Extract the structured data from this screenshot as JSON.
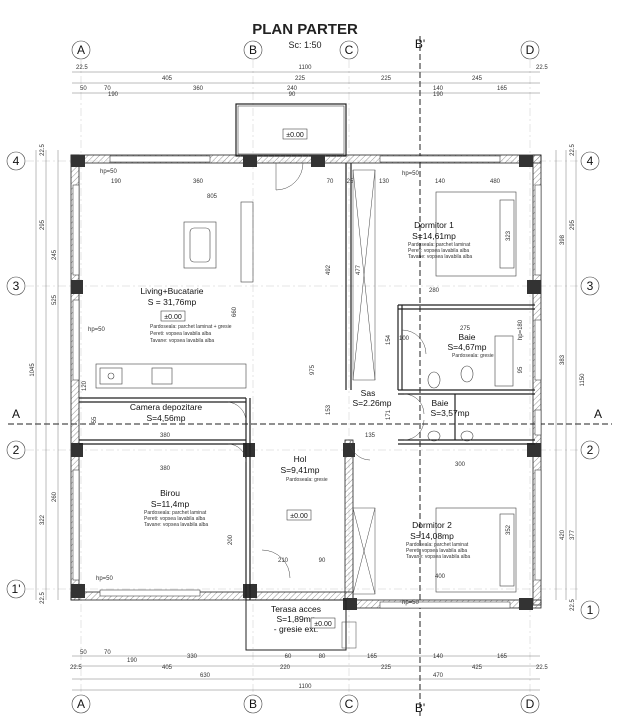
{
  "header": {
    "title": "PLAN PARTER",
    "scale": "Sc: 1:50"
  },
  "axes": {
    "top": [
      "A",
      "B",
      "C",
      "B'",
      "D"
    ],
    "bottom": [
      "A",
      "B",
      "C",
      "B'",
      "D"
    ],
    "left": [
      "4",
      "3",
      "2",
      "1'"
    ],
    "right": [
      "4",
      "3",
      "2",
      "1"
    ],
    "section": "A"
  },
  "dims_top": {
    "row1": [
      "22.5",
      "1100",
      "22.5"
    ],
    "row2": [
      "405",
      "225",
      "225",
      "245"
    ],
    "row3": [
      "50",
      "70",
      "190",
      "360",
      "240",
      "90",
      "140",
      "190",
      "165"
    ]
  },
  "dims_bottom": {
    "row1": [
      "50",
      "70",
      "190",
      "330",
      "60",
      "80",
      "165",
      "140",
      "165"
    ],
    "row2": [
      "22.5",
      "405",
      "220",
      "225",
      "425",
      "22.5"
    ],
    "row3": [
      "630",
      "470"
    ],
    "row4": [
      "1100"
    ]
  },
  "dims_left": [
    "22.5",
    "295",
    "245",
    "525",
    "1045",
    "322",
    "260",
    "22.5"
  ],
  "dims_right": [
    "22.5",
    "295",
    "398",
    "383",
    "1150",
    "377",
    "420",
    "22.5"
  ],
  "inner_dims": [
    "805",
    "360",
    "190",
    "70",
    "25",
    "130",
    "140",
    "480",
    "660",
    "975",
    "492",
    "477",
    "280",
    "275",
    "300",
    "380",
    "380",
    "210",
    "90",
    "400",
    "200",
    "100",
    "135",
    "153",
    "171",
    "154",
    "323",
    "352",
    "95",
    "55",
    "120"
  ],
  "rooms": {
    "living": {
      "name": "Living+Bucatarie",
      "area": "S = 31,76mp",
      "level": "±0.00",
      "finishes": [
        "Pardoseala: parchet laminat + gresie",
        "Pereti: vopsea lavabila alba",
        "Tavane: vopsea lavabila alba"
      ]
    },
    "dormitor1": {
      "name": "Dormitor 1",
      "area": "S=14,61mp",
      "finishes": [
        "Pardoseala: parchet laminat",
        "Pereti: vopsea lavabila alba",
        "Tavane: vopsea lavabila alba"
      ]
    },
    "baie1": {
      "name": "Baie",
      "area": "S=4,67mp",
      "finishes": [
        "Pardoseala: gresie"
      ]
    },
    "camera": {
      "name": "Camera depozitare",
      "area": "S=4,56mp"
    },
    "sas": {
      "name": "Sas",
      "area": "S=2.26mp"
    },
    "baie2": {
      "name": "Baie",
      "area": "S=3,57mp"
    },
    "hol": {
      "name": "Hol",
      "area": "S=9,41mp",
      "level": "±0.00",
      "finishes": [
        "Pardoseala: gresie"
      ]
    },
    "birou": {
      "name": "Birou",
      "area": "S=11,4mp",
      "finishes": [
        "Pardoseala: parchet laminat",
        "Pereti: vopsea lavabila alba",
        "Tavane: vopsea lavabila alba"
      ]
    },
    "dormitor2": {
      "name": "Dormitor 2",
      "area": "S=14,08mp",
      "finishes": [
        "Pardoseala: parchet laminat",
        "Pereti: vopsea lavabila alba",
        "Tavane: vopsea lavabila alba"
      ]
    },
    "terasa": {
      "name": "Terasa acces",
      "area": "S=1,89mp",
      "finish": "- gresie ext.",
      "level": "±0.00"
    }
  },
  "top_level": "±0.00",
  "window_tags": [
    "hp=50",
    "hp=50",
    "hp=50",
    "hp=50",
    "hp=50",
    "hp=180"
  ]
}
